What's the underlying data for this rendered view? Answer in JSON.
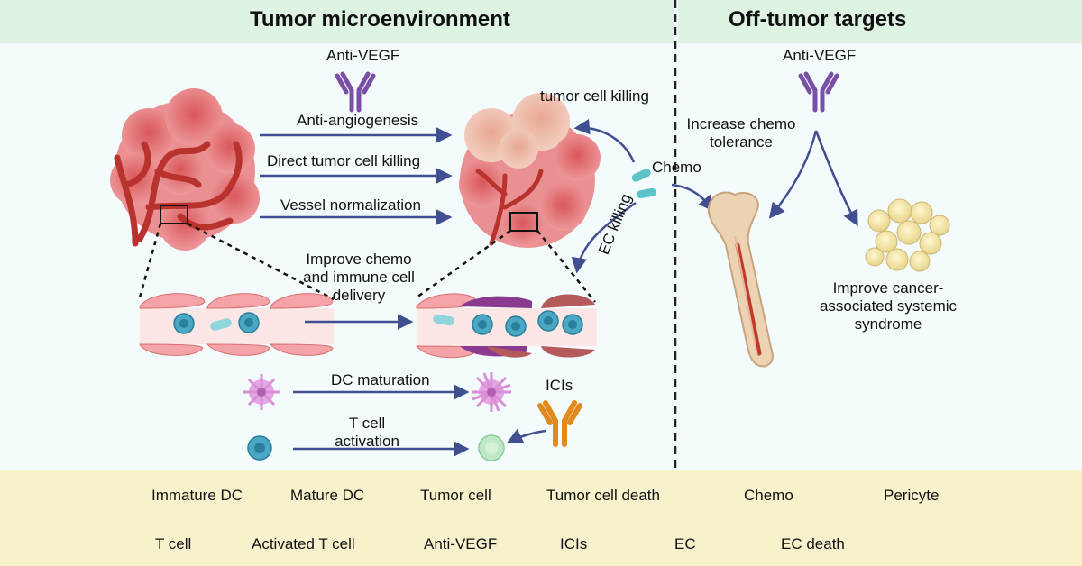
{
  "sections": {
    "tumor_microenvironment": "Tumor microenvironment",
    "off_tumor_targets": "Off-tumor targets"
  },
  "labels": {
    "anti_vegf_left": "Anti-VEGF",
    "anti_vegf_right": "Anti-VEGF",
    "anti_angiogenesis": "Anti-angiogenesis",
    "direct_tumor_cell_killing": "Direct tumor cell killing",
    "vessel_normalization": "Vessel normalization",
    "tumor_cell_killing": "tumor cell killing",
    "chemo": "Chemo",
    "ec_killing": "EC killing",
    "improve_delivery_1": "Improve chemo",
    "improve_delivery_2": "and immune cell",
    "improve_delivery_3": "delivery",
    "dc_maturation": "DC maturation",
    "t_cell_activation_1": "T cell",
    "t_cell_activation_2": "activation",
    "icis": "ICIs",
    "increase_chemo_1": "Increase chemo",
    "increase_chemo_2": "tolerance",
    "improve_cancer_1": "Improve cancer-",
    "improve_cancer_2": "associated systemic",
    "improve_cancer_3": "syndrome"
  },
  "legend": [
    {
      "icon": "immature-dc-icon",
      "label": "Immature DC"
    },
    {
      "icon": "mature-dc-icon",
      "label": "Mature DC"
    },
    {
      "icon": "tumor-cell-icon",
      "label": "Tumor cell"
    },
    {
      "icon": "tumor-cell-death-icon",
      "label": "Tumor cell death"
    },
    {
      "icon": "chemo-icon",
      "label": "Chemo"
    },
    {
      "icon": "pericyte-icon",
      "label": "Pericyte"
    },
    {
      "icon": "t-cell-icon",
      "label": "T cell"
    },
    {
      "icon": "activated-t-cell-icon",
      "label": "Activated T cell"
    },
    {
      "icon": "anti-vegf-icon",
      "label": "Anti-VEGF"
    },
    {
      "icon": "icis-icon",
      "label": "ICIs"
    },
    {
      "icon": "ec-icon",
      "label": "EC"
    },
    {
      "icon": "ec-death-icon",
      "label": "EC death"
    }
  ],
  "colors": {
    "header_bg": "#dff3e3",
    "body_bg": "#f4fbfd",
    "legend_bg": "#f6f2cc",
    "arrow": "#3f4f8f",
    "anti_vegf": "#7a4fa8",
    "icis": "#e08a1e",
    "tumor": "#e48a8f",
    "tumor_death": "#e9b3a3",
    "vessel": "#b8332e",
    "pericyte": "#8a3b8f",
    "t_cell": "#4aa8c4",
    "activated_t_cell": "#bfe8c6",
    "dc": "#d98ed8"
  }
}
